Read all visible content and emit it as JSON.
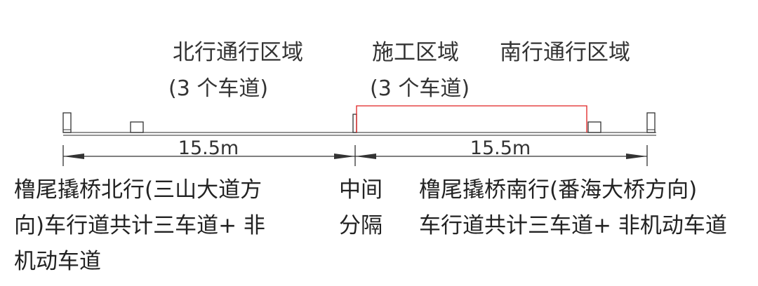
{
  "zones": {
    "north_title": "北行通行区域",
    "north_lanes": "(3 个车道)",
    "work_title": "施工区域",
    "work_lanes": "(3 个车道)",
    "south_title": "南行通行区域"
  },
  "dimensions": {
    "left": "15.5m",
    "right": "15.5m"
  },
  "descriptions": {
    "north": [
      "橹尾撬桥北行(三山大道方",
      "向)车行道共计三车道+ 非",
      "机动车道"
    ],
    "median": [
      "中间",
      "分隔"
    ],
    "south": [
      "橹尾撬桥南行(番海大桥方向)",
      "车行道共计三车道+ 非机动车道"
    ]
  },
  "colors": {
    "line": "#333333",
    "work_zone": "#e02020"
  }
}
